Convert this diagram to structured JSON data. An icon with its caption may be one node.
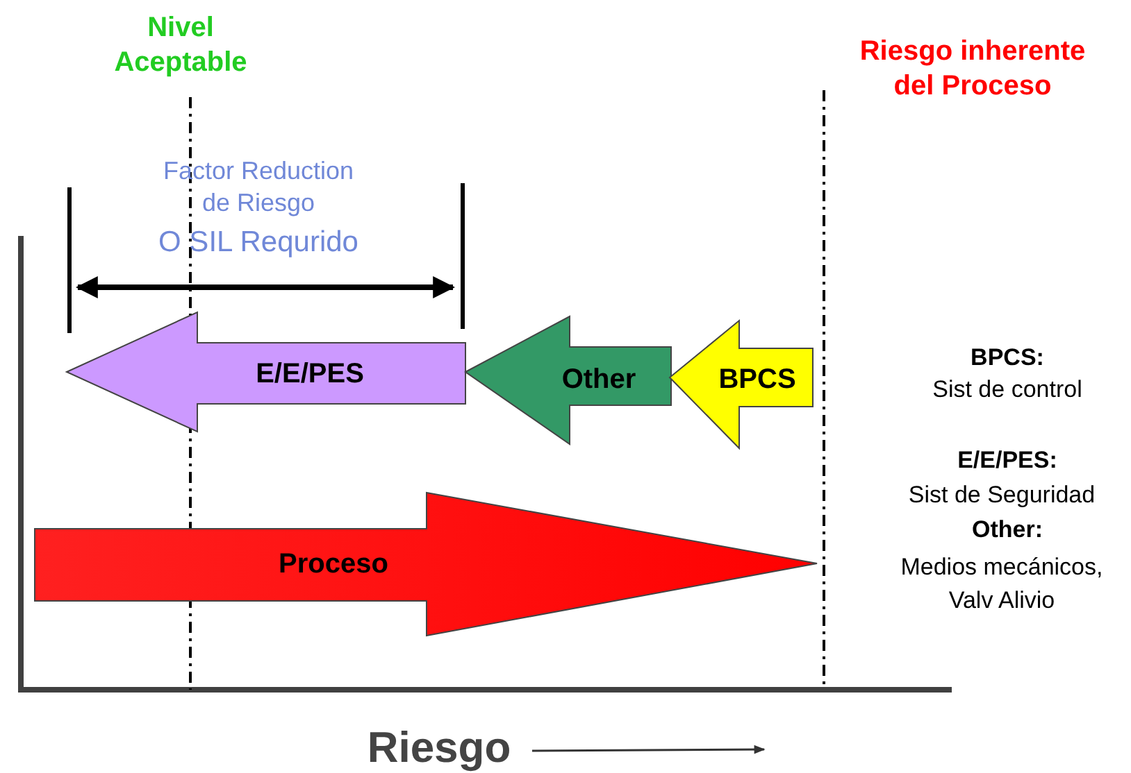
{
  "diagram": {
    "nodes": [
      {
        "text": [
          "E/E/PES"
        ]
      },
      {
        "text": [
          "Other"
        ]
      },
      {
        "text": [
          "BPCS"
        ]
      },
      {
        "text": [
          "Proceso"
        ]
      }
    ],
    "labels": [
      "Nivel Aceptable",
      "Riesgo inherente del Proceso",
      "Factor Reduction de Riesgo",
      "O SIL Requrido",
      "BPCS:",
      "Sist de control",
      "E/E/PES:",
      "Sist de Seguridad",
      "Other:",
      "Medios mecánicos, Valv Alivio",
      "Riesgo"
    ]
  }
}
